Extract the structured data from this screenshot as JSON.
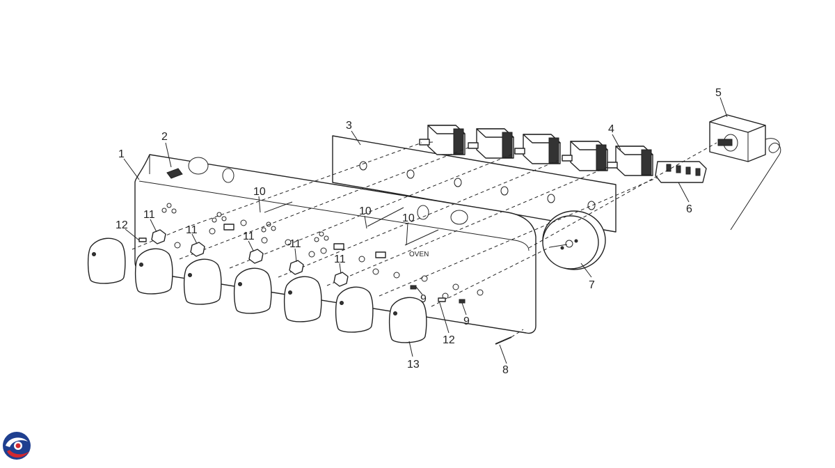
{
  "diagram": {
    "callouts": [
      "1",
      "2",
      "3",
      "4",
      "5",
      "6",
      "7",
      "8",
      "9",
      "9",
      "10",
      "10",
      "10",
      "11",
      "11",
      "11",
      "11",
      "11",
      "12",
      "12",
      "13"
    ],
    "panel_text": "OVEN",
    "colors": {
      "line": "#222222",
      "logo_blue": "#1f3f8f",
      "logo_red": "#d3282f"
    },
    "logo": {
      "icon": "brand-swirl-logo"
    }
  }
}
